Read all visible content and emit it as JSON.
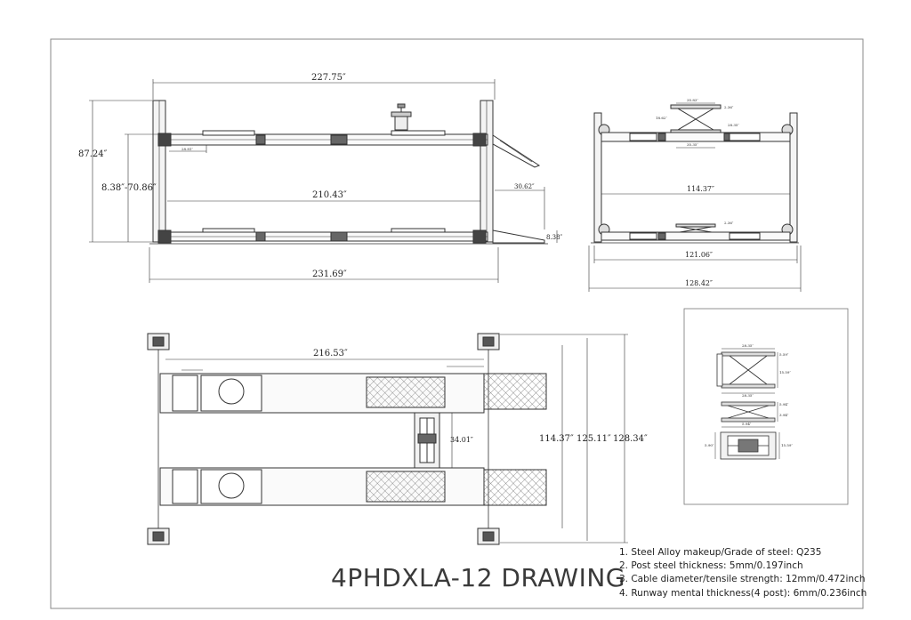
{
  "title": "4PHDXLA-12 DRAWING",
  "notes": [
    "1. Steel Alloy makeup/Grade of steel: Q235",
    "2. Post steel thickness: 5mm/0.197inch",
    "3. Cable diameter/tensile strength: 12mm/0.472inch",
    "4. Runway mental thickness(4 post): 6mm/0.236inch"
  ],
  "side_view": {
    "overall_length": "227.75″",
    "height": "87.24″",
    "lift_range": "8.38″-70.86″",
    "runway_length": "210.43″",
    "base_length": "231.69″",
    "ramp_length": "30.62″",
    "ramp_height": "8.38″",
    "small_dim": "28.81″"
  },
  "end_view": {
    "inner_width": "114.37″",
    "base_width": "121.06″",
    "overall_width": "128.42″",
    "jack_dims": [
      "35.83″",
      "18.62″",
      "2.36″",
      "28.35″",
      "35.35″",
      "2.36″"
    ]
  },
  "top_view": {
    "runway_length": "216.53″",
    "jack_width": "34.01″",
    "width_1": "114.37″",
    "width_2": "125.11″",
    "width_3": "128.34″"
  },
  "jack_detail": {
    "dims": [
      "28.35″",
      "5.59″",
      "15.59″",
      "28.35″",
      "5.94″",
      "3.94″",
      "5.94″",
      "5.90″",
      "15.59″"
    ]
  }
}
